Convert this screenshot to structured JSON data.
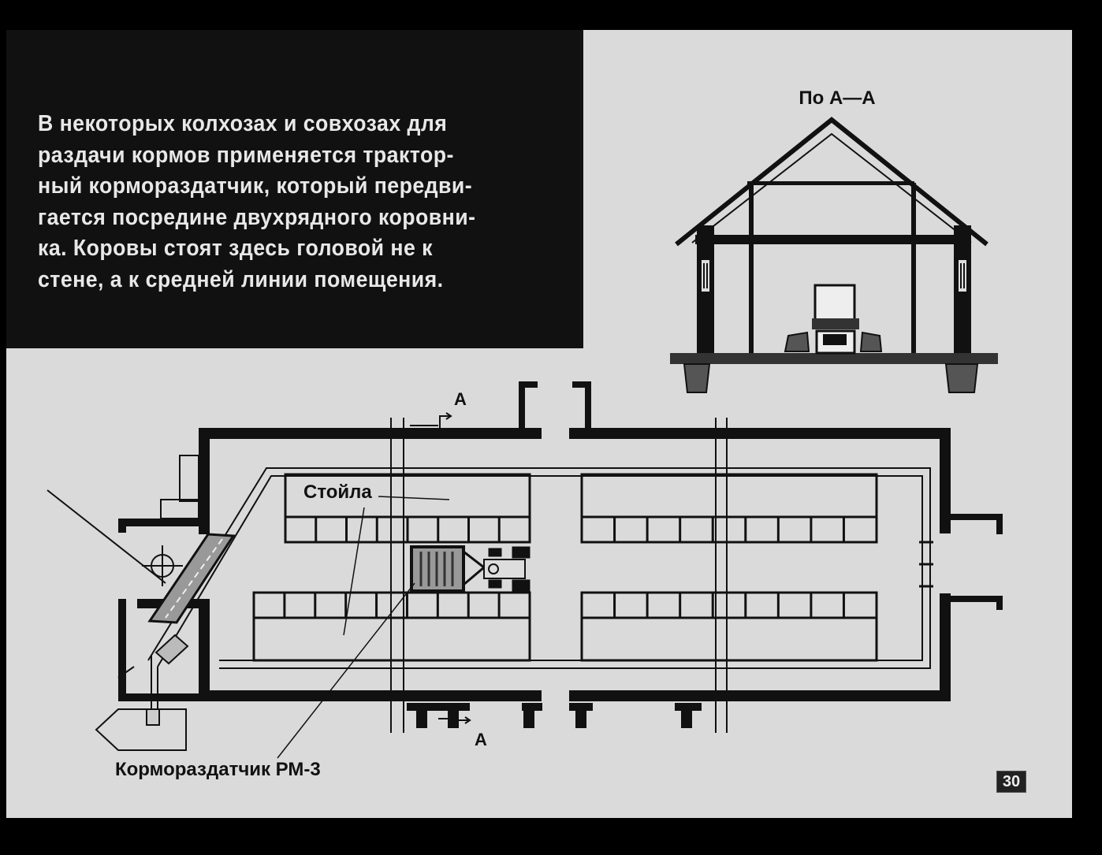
{
  "slide": {
    "paragraph_lines": [
      "В некоторых колхозах и совхозах для",
      "раздачи кормов применяется трактор-",
      "ный кормораздатчик, который передви-",
      "гается посредине двухрядного коровни-",
      "ка. Коровы стоят здесь головой не к",
      "стене, а к средней линии помещения."
    ],
    "section_title": "По А—А",
    "section_mark_top": "А",
    "section_mark_bottom": "А",
    "label_stalls": "Стойла",
    "label_feeder": "Кормораздатчик РМ-3",
    "page_number": "30"
  },
  "colors": {
    "background": "#000000",
    "paper": "#dcdcdc",
    "ink": "#111111",
    "text_light": "#e8e8e8"
  }
}
